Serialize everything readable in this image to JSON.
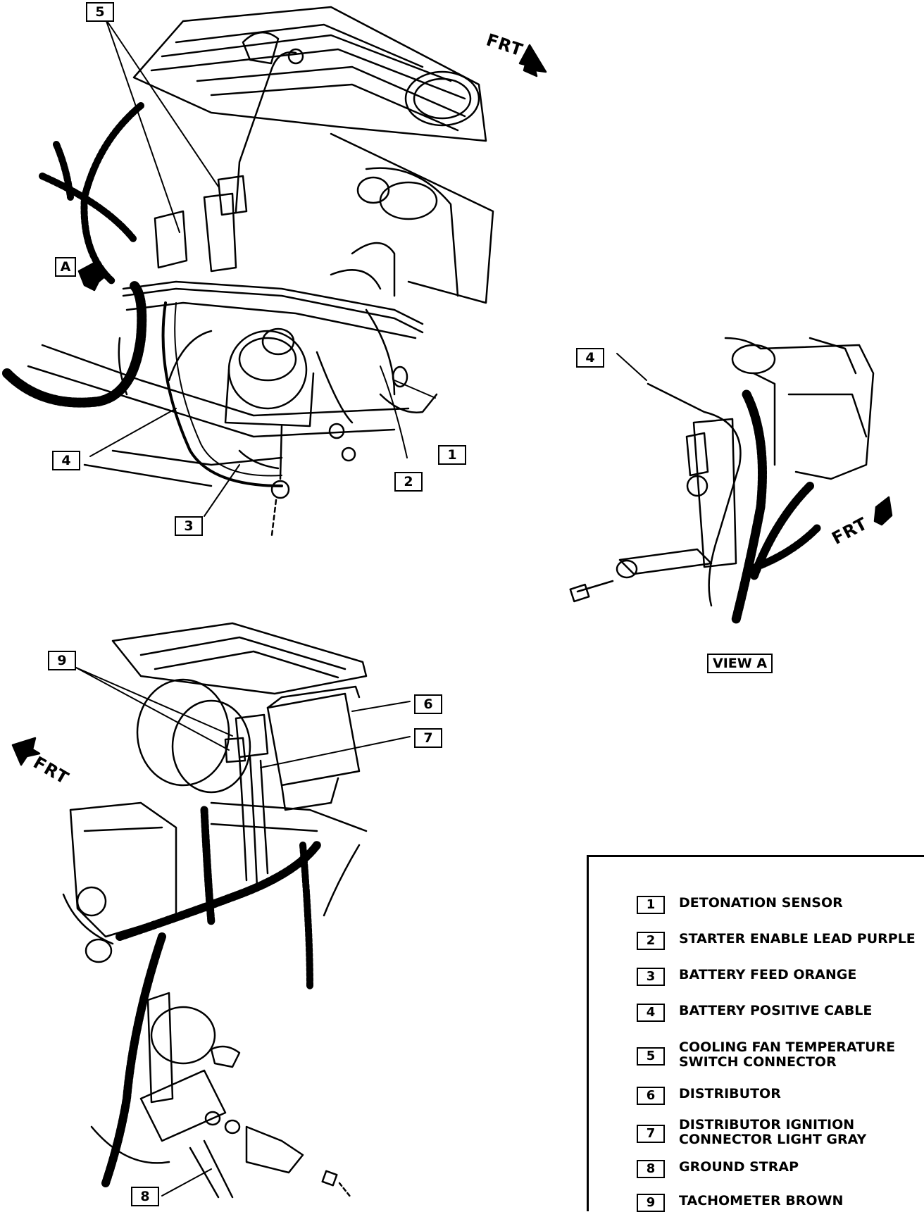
{
  "direction_label": "FRT",
  "view_marker": "A",
  "view_label": "VIEW A",
  "callouts": {
    "c1": "1",
    "c2": "2",
    "c3": "3",
    "c4": "4",
    "c5": "5",
    "c4b": "4",
    "c6": "6",
    "c7": "7",
    "c8": "8",
    "c9": "9"
  },
  "legend": {
    "items": [
      {
        "num": "1",
        "text": "DETONATION SENSOR"
      },
      {
        "num": "2",
        "text": "STARTER ENABLE LEAD PURPLE"
      },
      {
        "num": "3",
        "text": "BATTERY FEED ORANGE"
      },
      {
        "num": "4",
        "text": "BATTERY POSITIVE CABLE"
      },
      {
        "num": "5",
        "text": "COOLING FAN TEMPERATURE\nSWITCH CONNECTOR"
      },
      {
        "num": "6",
        "text": "DISTRIBUTOR"
      },
      {
        "num": "7",
        "text": "DISTRIBUTOR IGNITION\nCONNECTOR LIGHT GRAY"
      },
      {
        "num": "8",
        "text": "GROUND STRAP"
      },
      {
        "num": "9",
        "text": "TACHOMETER BROWN"
      }
    ]
  }
}
